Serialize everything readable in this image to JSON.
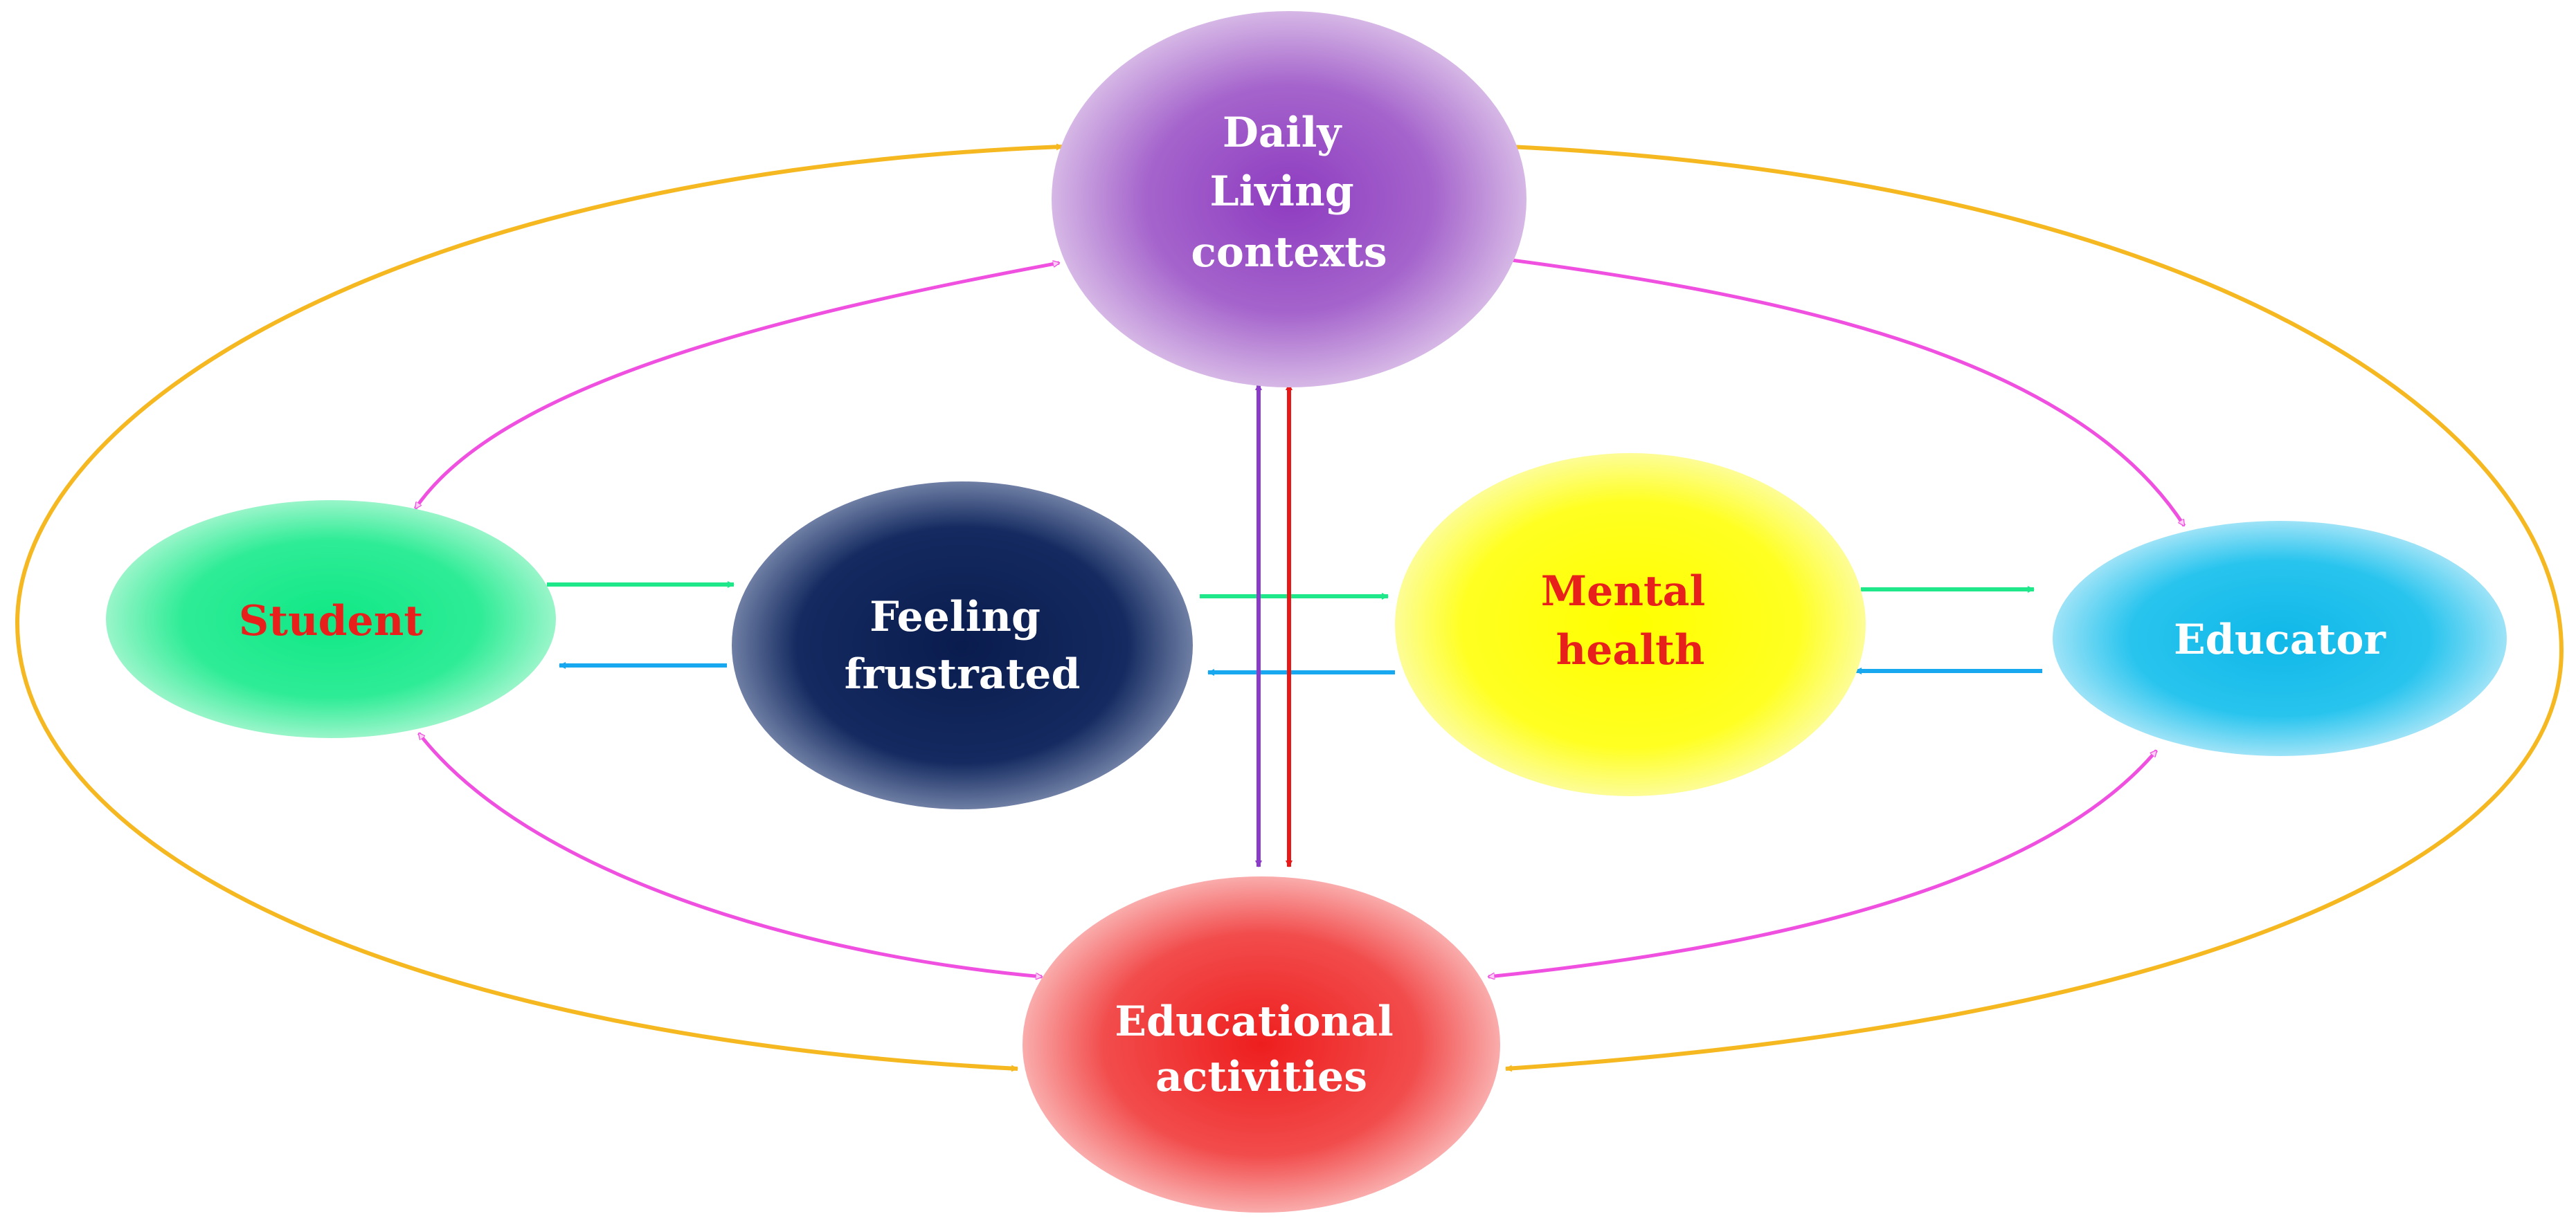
{
  "nodes": {
    "daily_living": {
      "lines": [
        "Daily",
        "Living",
        "contexts"
      ],
      "color": "#9b55c4",
      "text_color": "#ffffff"
    },
    "student": {
      "lines": [
        "Student"
      ],
      "color": "#1ee88a",
      "text_color": "#e8201c"
    },
    "feeling_frustrated": {
      "lines": [
        "Feeling",
        "frustrated"
      ],
      "color": "#0f2358",
      "text_color": "#ffffff"
    },
    "mental_health": {
      "lines": [
        "Mental",
        "health"
      ],
      "color": "#ffff00",
      "text_color": "#e8201c"
    },
    "educator": {
      "lines": [
        "Educator"
      ],
      "color": "#18bde8",
      "text_color": "#ffffff"
    },
    "educational_activities": {
      "lines": [
        "Educational",
        "activities"
      ],
      "color": "#f04040",
      "text_color": "#ffffff"
    }
  },
  "colors": {
    "outer_loop": "#f5b820",
    "inner_loop": "#f050e0",
    "forward_arrow": "#1ee88a",
    "backward_arrow": "#18a8f0",
    "vertical_purple": "#8a3cc8",
    "vertical_red": "#e81818"
  }
}
